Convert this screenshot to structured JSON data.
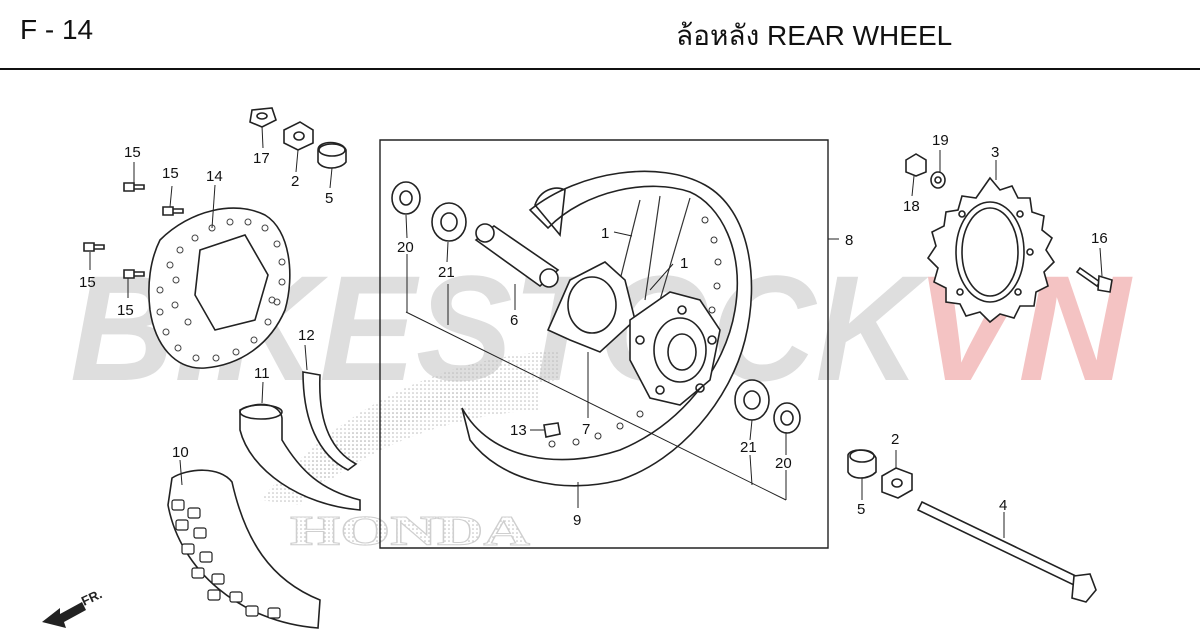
{
  "header": {
    "section_code": "F - 14",
    "title": "ล้อหลัง  REAR WHEEL"
  },
  "watermark": {
    "text_gray": "BIKESTOCK",
    "text_red": "VN",
    "gray_color": "#d9d9d9",
    "red_color": "#f3b9b9"
  },
  "brand_mark": "HONDA",
  "direction_label": "FR.",
  "callouts": {
    "c1a": "1",
    "c1b": "1",
    "c2a": "2",
    "c2b": "2",
    "c3": "3",
    "c4": "4",
    "c5a": "5",
    "c5b": "5",
    "c6": "6",
    "c7": "7",
    "c8": "8",
    "c9": "9",
    "c10": "10",
    "c11": "11",
    "c12": "12",
    "c13": "13",
    "c14": "14",
    "c15a": "15",
    "c15b": "15",
    "c15c": "15",
    "c15d": "15",
    "c16": "16",
    "c17": "17",
    "c18": "18",
    "c19": "19",
    "c20a": "20",
    "c20b": "20",
    "c21a": "21",
    "c21b": "21"
  }
}
